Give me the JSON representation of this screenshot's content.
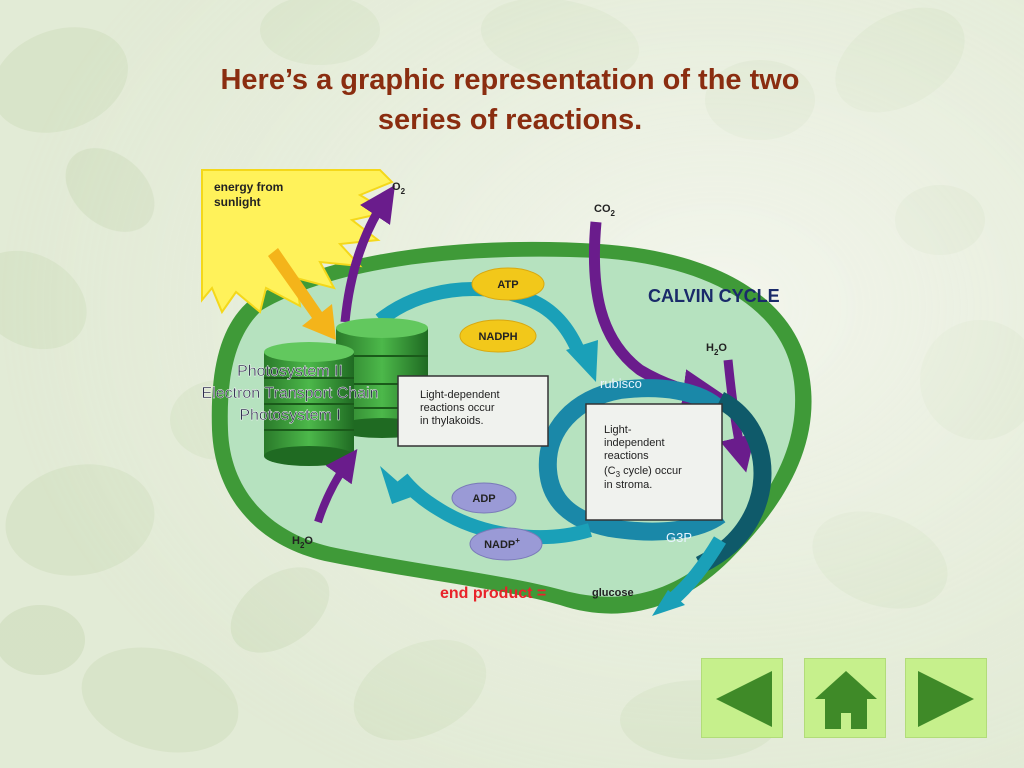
{
  "title": {
    "line1": "Here’s a graphic representation of the two",
    "line2": "series of reactions."
  },
  "diagram": {
    "sunlight_label_1": "energy from",
    "sunlight_label_2": "sunlight",
    "o2": "O",
    "o2_sub": "2",
    "co2": "CO",
    "co2_sub": "2",
    "calvin_cycle": "CALVIN CYCLE",
    "h2o_top": "H",
    "h2o_top_sub": "2",
    "h2o_top_o": "O",
    "h2o_bottom": "H",
    "h2o_bottom_sub": "2",
    "h2o_bottom_o": "O",
    "atp": "ATP",
    "nadph": "NADPH",
    "adp": "ADP",
    "nadp": "NADP",
    "nadp_sup": "+",
    "rubisco": "rubisco",
    "g3p": "G3P",
    "photosystem_2": "Photosystem II",
    "electron_transport": "Electron Transport Chain",
    "photosystem_1": "Photosystem I",
    "light_dep_1": "Light-dependent",
    "light_dep_2": "reactions occur",
    "light_dep_3": "in thylakoids.",
    "light_indep_1": "Light-",
    "light_indep_2": "independent",
    "light_indep_3": "reactions",
    "light_indep_4a": "(C",
    "light_indep_4sub": "3",
    "light_indep_4b": " cycle) occur",
    "light_indep_5": "in stroma.",
    "end_product": "end product =",
    "glucose": "glucose"
  },
  "nav": {
    "back_icon": "left-triangle-icon",
    "home_icon": "house-icon",
    "forward_icon": "right-triangle-icon"
  },
  "colors": {
    "title": "#8a2d10",
    "chloroplast_outer": "#3f9a38",
    "chloroplast_inner": "#b6e2bf",
    "arrow_purple": "#6a1c8c",
    "arrow_blue": "#1aa0b8",
    "atp_pill": "#f2c81a",
    "adp_pill": "#9a9ad6",
    "end_product": "#e8232a",
    "nav_bg": "#c6f08c",
    "nav_icon": "#3f8a28"
  }
}
